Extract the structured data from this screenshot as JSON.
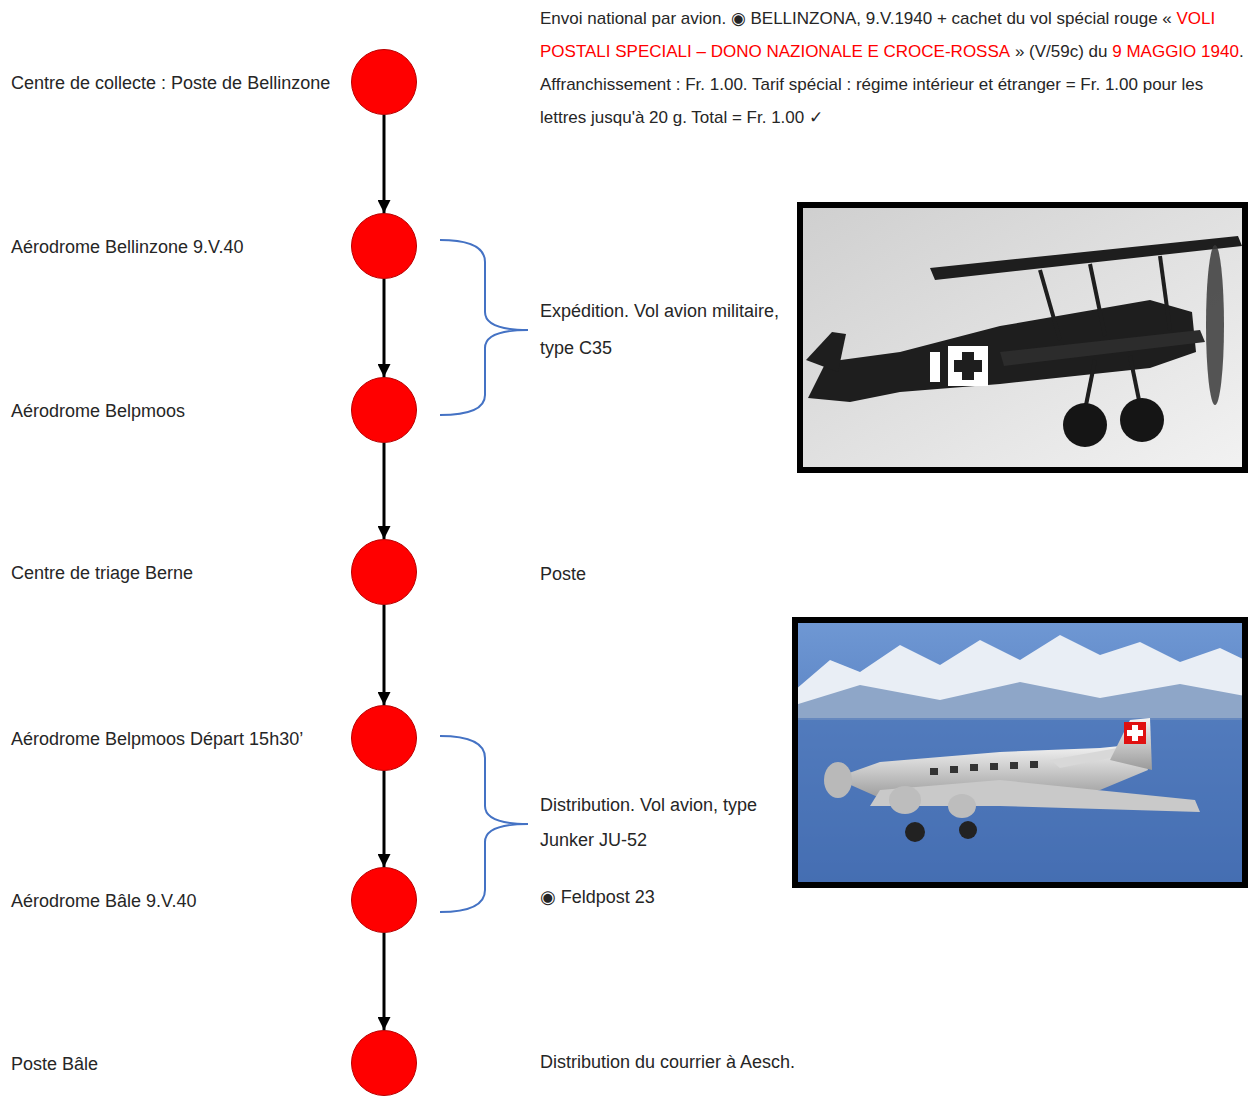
{
  "diagram": {
    "nodes": [
      {
        "text": [
          "Centre de collecte : Poste de Bellinzone"
        ]
      },
      {
        "text": [
          "Aérodrome Bellinzone 9.V.40"
        ]
      },
      {
        "text": [
          "Aérodrome Belpmoos"
        ]
      },
      {
        "text": [
          "Centre de triage Berne"
        ]
      },
      {
        "text": [
          "Aérodrome Belpmoos Départ 15h30’"
        ]
      },
      {
        "text": [
          "Aérodrome Bâle 9.V.40"
        ]
      },
      {
        "text": [
          "Poste Bâle"
        ]
      }
    ],
    "edges": [
      {
        "from": 0,
        "to": 1,
        "arrow": "to"
      },
      {
        "from": 1,
        "to": 2,
        "arrow": "to"
      },
      {
        "from": 2,
        "to": 3,
        "arrow": "to"
      },
      {
        "from": 3,
        "to": 4,
        "arrow": "to"
      },
      {
        "from": 4,
        "to": 5,
        "arrow": "to"
      },
      {
        "from": 5,
        "to": 6,
        "arrow": "to"
      }
    ],
    "labels": [
      "Envoi national par avion. ◉ BELLINZONA, 9.V.1940 + cachet du vol spécial rouge «",
      "VOLI POSTALI SPECIALI – DONO NAZIONALE E CROCE-ROSSA",
      "» (V/59c) du",
      "9 MAGGIO 1940",
      ". Affranchissement : Fr. 1.00. Tarif spécial : régime intérieur et étranger = Fr. 1.00 pour les lettres jusqu'à 20 g. Total = Fr. 1.00 ✓",
      "Expédition. Vol avion militaire, type C35",
      "Poste",
      "Distribution. Vol avion, type Junker JU-52",
      "◉ Feldpost 23",
      "Distribution du courrier à Aesch."
    ]
  }
}
